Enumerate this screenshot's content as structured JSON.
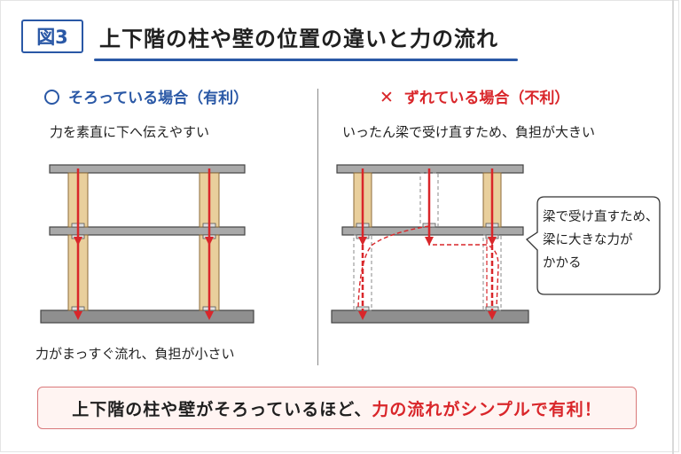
{
  "figure_label": "図3",
  "title": "上下階の柱や壁の位置の違いと力の流れ",
  "left": {
    "symbol": "〇",
    "heading": "そろっている場合（有利）",
    "caption_top": "力を素直に下へ伝えやすい",
    "caption_bottom": "力がまっすぐ流れ、負担が小さい"
  },
  "right": {
    "symbol": "✕",
    "heading": "ずれている場合（不利）",
    "caption_top": "いったん梁で受け直すため、負担が大きい",
    "callout_lines": [
      "梁で受け直すため、",
      "梁に大きな力が",
      "かかる"
    ]
  },
  "summary": {
    "text_plain": "上下階の柱や壁がそろっているほど、",
    "text_highlight": "力の流れがシンプルで有利！"
  },
  "colors": {
    "accent_blue": "#2a58a6",
    "accent_red": "#d9262a",
    "column_wood": "#e9cf9c",
    "beam_gray": "#9a9a9a",
    "summary_bg": "#fff4f2"
  }
}
